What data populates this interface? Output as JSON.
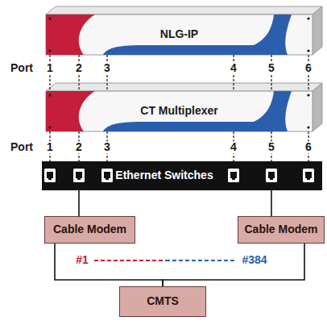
{
  "diagram": {
    "nodes": [
      {
        "text": [
          "NLG-IP"
        ]
      },
      {
        "text": [
          "CT Multiplexer"
        ]
      },
      {
        "text": [
          "Ethernet Switches"
        ]
      },
      {
        "text": [
          "Cable Modem"
        ]
      },
      {
        "text": [
          "Cable Modem"
        ]
      },
      {
        "text": [
          "CMTS"
        ]
      }
    ],
    "edges": [
      {
        "from": 0,
        "to": 1,
        "arrow": "none"
      },
      {
        "from": 0,
        "to": 1,
        "arrow": "none"
      },
      {
        "from": 0,
        "to": 1,
        "arrow": "none"
      },
      {
        "from": 0,
        "to": 1,
        "arrow": "none"
      },
      {
        "from": 0,
        "to": 1,
        "arrow": "none"
      },
      {
        "from": 0,
        "to": 1,
        "arrow": "none"
      },
      {
        "from": 1,
        "to": 2,
        "arrow": "none"
      },
      {
        "from": 1,
        "to": 2,
        "arrow": "none"
      },
      {
        "from": 1,
        "to": 2,
        "arrow": "none"
      },
      {
        "from": 1,
        "to": 2,
        "arrow": "none"
      },
      {
        "from": 1,
        "to": 2,
        "arrow": "none"
      },
      {
        "from": 1,
        "to": 2,
        "arrow": "none"
      },
      {
        "from": 2,
        "to": 3,
        "arrow": "none"
      },
      {
        "from": 2,
        "to": 4,
        "arrow": "none"
      },
      {
        "from": 3,
        "to": 5,
        "arrow": "none"
      },
      {
        "from": 4,
        "to": 5,
        "arrow": "none"
      }
    ],
    "labels": [
      "Port",
      "1",
      "2",
      "3",
      "4",
      "5",
      "6",
      "Port",
      "1",
      "2",
      "3",
      "4",
      "5",
      "6",
      "#1",
      "#384"
    ]
  }
}
